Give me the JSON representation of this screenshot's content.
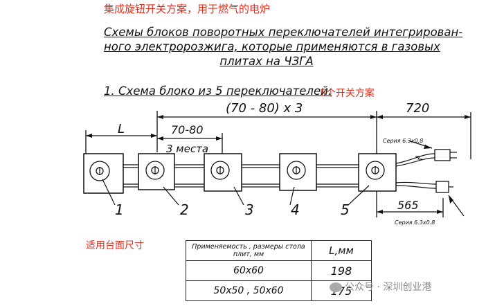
{
  "top_note": "集成旋钮开关方案，用于燃气的电炉",
  "title_lines": [
    "Схемы блоков поворотных переключателей интегрирован-",
    "ного электророзжига, которые применяются в газовых",
    "плитах на ЧЗГА"
  ],
  "subtitle": "1. Схема блоко из 5 переключателей:",
  "subtitle_note": "5个开关方案",
  "dimensions": {
    "overall": "(70 - 80) x 3",
    "lead_top": "720",
    "lead_bottom": "565",
    "l": "L",
    "pitch": "70-80",
    "places": "3 места",
    "series_top": "Серия 6.3x0.8",
    "series_bottom": "Серия 6.3x0.8"
  },
  "switch_labels": [
    "1",
    "2",
    "3",
    "4",
    "5"
  ],
  "table_note": "适用台面尺寸",
  "table": {
    "headers": [
      "Применяемость , размеры стола плит, мм",
      "L,мм"
    ],
    "rows": [
      [
        "60x60",
        "198"
      ],
      [
        "50x50 , 50x60",
        "175"
      ]
    ]
  },
  "watermark": "公众号 · 深圳创业港"
}
